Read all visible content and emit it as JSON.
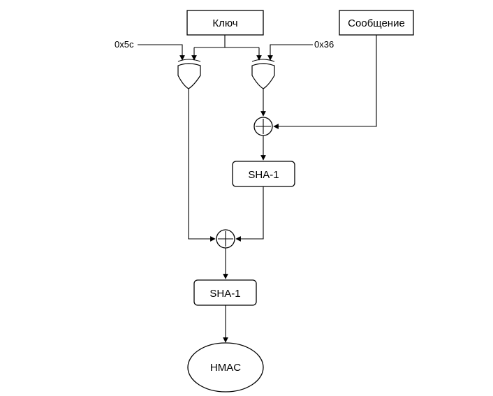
{
  "nodes": {
    "key": "Ключ",
    "message": "Сообщение",
    "opad": "0x5c",
    "ipad": "0x36",
    "sha_inner": "SHA-1",
    "sha_outer": "SHA-1",
    "hmac": "HMAC"
  },
  "edges": [
    {
      "from": "key",
      "to": "xor-left"
    },
    {
      "from": "key",
      "to": "xor-right"
    },
    {
      "from": "opad",
      "to": "xor-left"
    },
    {
      "from": "ipad",
      "to": "xor-right"
    },
    {
      "from": "xor-right",
      "to": "concat-inner"
    },
    {
      "from": "message",
      "to": "concat-inner"
    },
    {
      "from": "concat-inner",
      "to": "sha_inner"
    },
    {
      "from": "xor-left",
      "to": "concat-outer"
    },
    {
      "from": "sha_inner",
      "to": "concat-outer"
    },
    {
      "from": "concat-outer",
      "to": "sha_outer"
    },
    {
      "from": "sha_outer",
      "to": "hmac"
    }
  ],
  "colors": {
    "stroke": "#000000",
    "fill": "#ffffff"
  }
}
